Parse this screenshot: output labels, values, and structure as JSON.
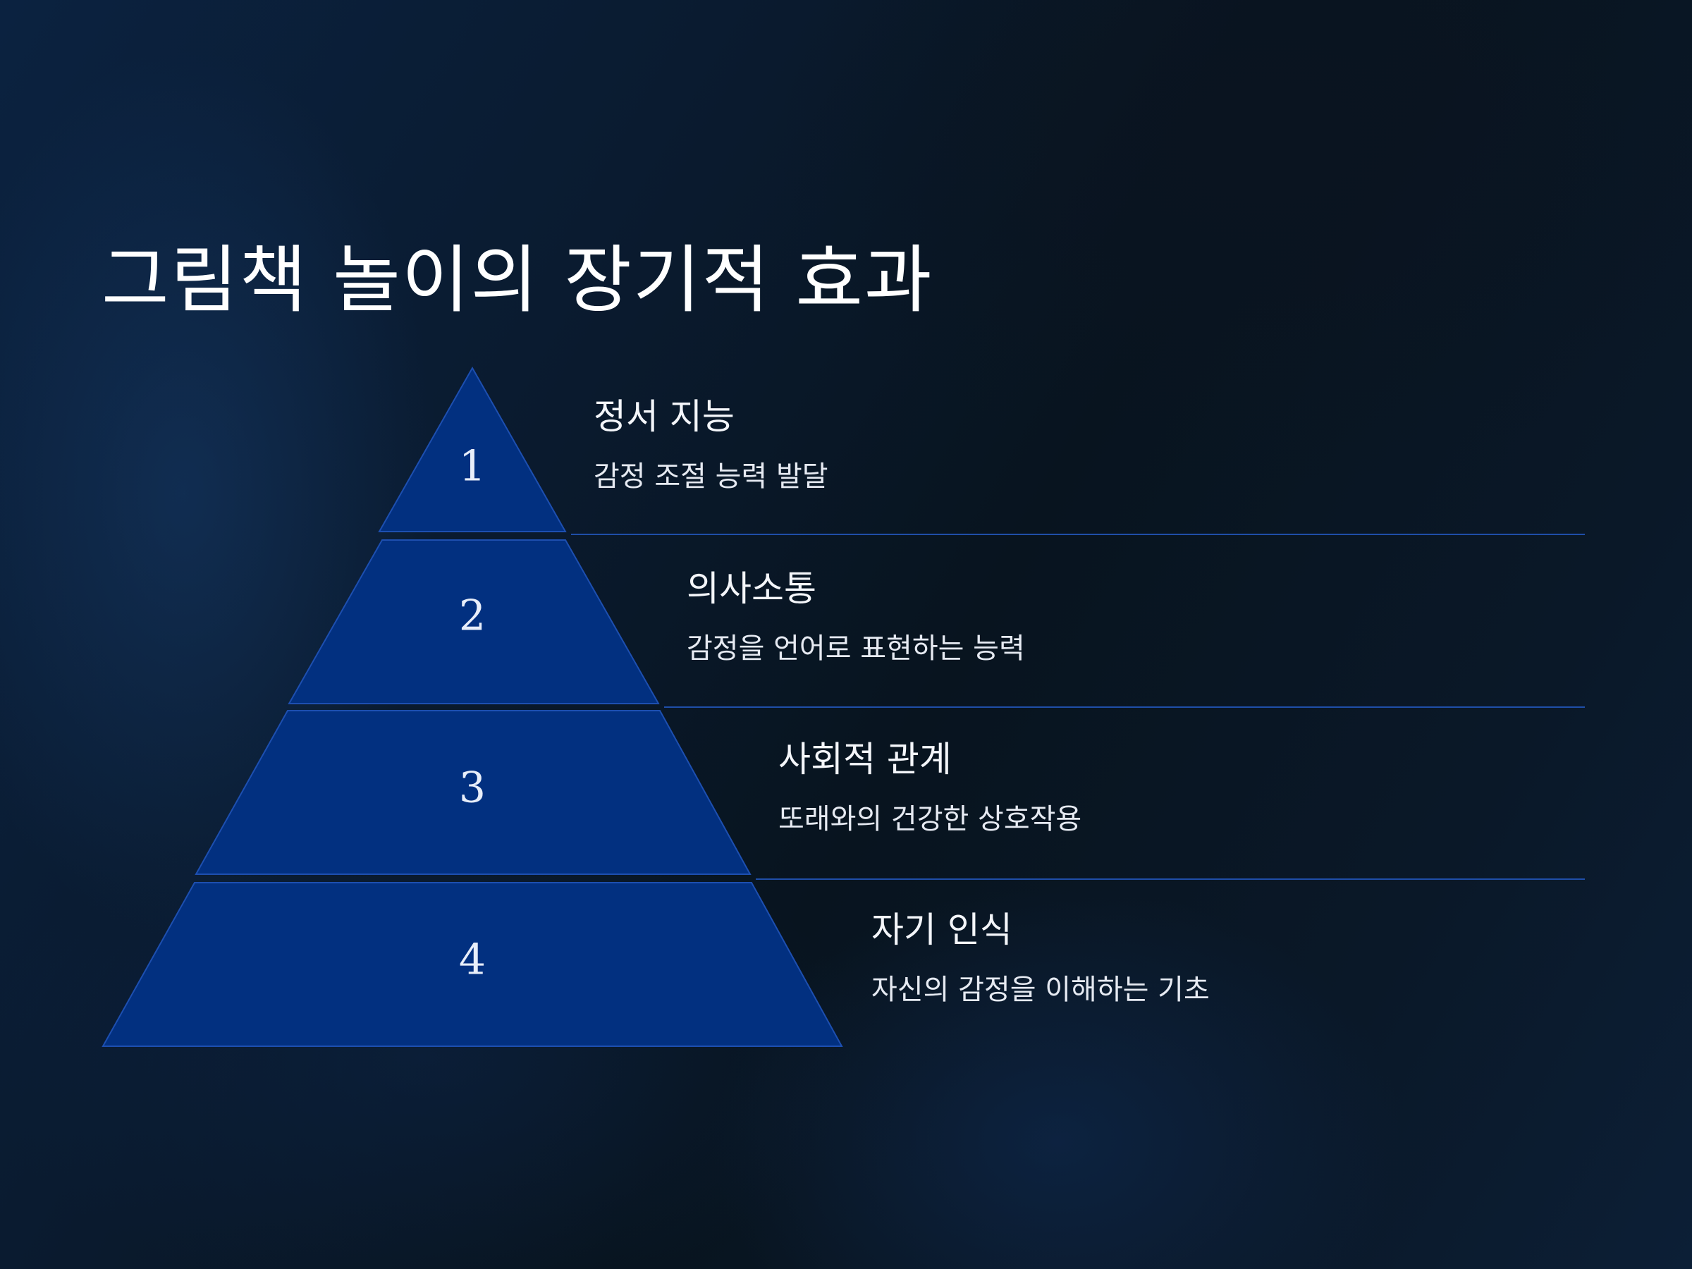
{
  "slide": {
    "title": "그림책 놀이의 장기적 효과"
  },
  "colors": {
    "background": "#07131f",
    "tier_fill": "#023080",
    "tier_stroke": "#1d4fb0",
    "divider": "#1f4ea8",
    "text": "#ffffff"
  },
  "levels": [
    {
      "number": "1",
      "heading": "정서 지능",
      "description": "감정 조절 능력 발달"
    },
    {
      "number": "2",
      "heading": "의사소통",
      "description": "감정을 언어로 표현하는 능력"
    },
    {
      "number": "3",
      "heading": "사회적 관계",
      "description": "또래와의 건강한 상호작용"
    },
    {
      "number": "4",
      "heading": "자기 인식",
      "description": "자신의 감정을 이해하는 기초"
    }
  ]
}
